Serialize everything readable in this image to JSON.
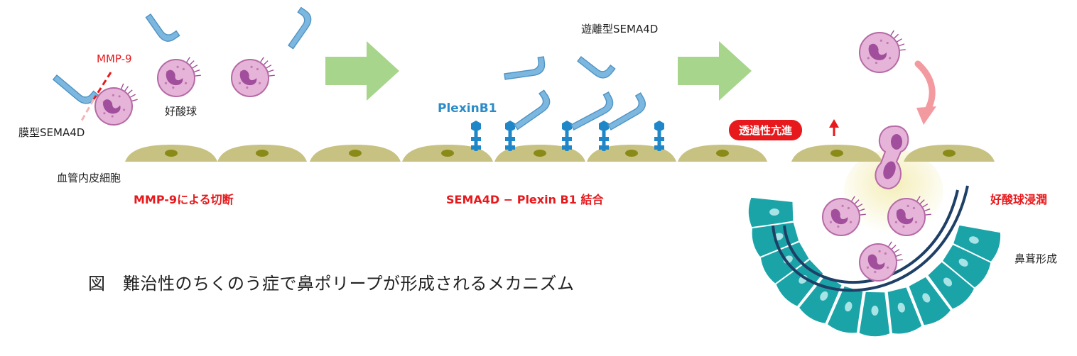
{
  "labels": {
    "mmp9": "MMP-9",
    "membrane_sema4d": "膜型SEMA4D",
    "eosinophil": "好酸球",
    "endothelial": "血管内皮細胞",
    "cleavage": "MMP-9による切断",
    "plexin": "PlexinB1",
    "soluble_sema4d": "遊離型SEMA4D",
    "binding": "SEMA4D − Plexin B1 結合",
    "permeability": "透過性亢進",
    "infiltration": "好酸球浸潤",
    "polyp": "鼻茸形成"
  },
  "caption": "図　難治性のちくのう症で鼻ポリープが形成されるメカニズム",
  "colors": {
    "red": "#e8191c",
    "blue": "#2a8cc8",
    "receptor": "#1f87c8",
    "ligand": "#7cb7df",
    "arrow": "#a6d58b",
    "endothelium": "#c8c282",
    "nucleus": "#8a8a18",
    "cell_fill": "#e6b4d8",
    "cell_nucleus": "#a14e9c",
    "epithelium": "#1ba4a8",
    "epithelium_nucleus": "#a8e3e6",
    "membrane": "#1e3f66",
    "pink_arrow": "#f39aa0"
  }
}
